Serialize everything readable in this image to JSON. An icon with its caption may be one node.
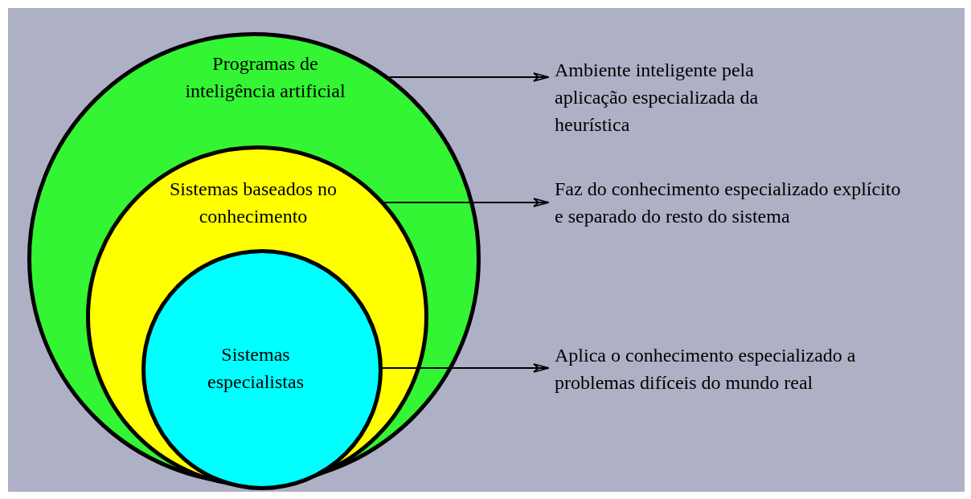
{
  "diagram": {
    "nodes": [
      {
        "text": [
          "Programas de inteligência artificial"
        ]
      },
      {
        "text": [
          "Sistemas baseados no conhecimento"
        ],
        "in": 0
      },
      {
        "text": [
          "Sistemas especialistas"
        ],
        "in": 1
      },
      {
        "text": [
          "Ambiente inteligente pela aplicação especializada da heurística"
        ]
      },
      {
        "text": [
          "Faz do conhecimento especializado explícito e separado do resto do sistema"
        ]
      },
      {
        "text": [
          "Aplica o conhecimento especializado a problemas difíceis do mundo real"
        ]
      }
    ],
    "edges": [
      {
        "from": 0,
        "to": 3,
        "arrow": "to"
      },
      {
        "from": 1,
        "to": 4,
        "arrow": "to"
      },
      {
        "from": 2,
        "to": 5,
        "arrow": "to"
      }
    ]
  }
}
